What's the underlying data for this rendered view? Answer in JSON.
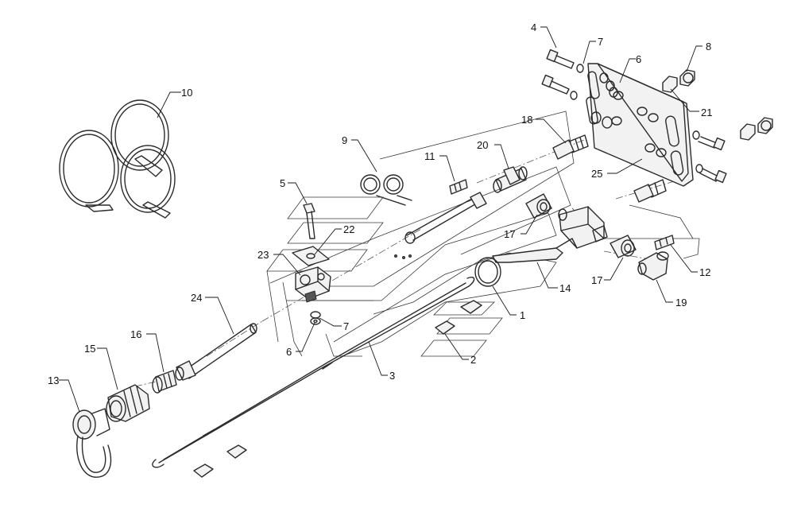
{
  "diagram": {
    "callouts": [
      {
        "id": "c4",
        "label": "4"
      },
      {
        "id": "c7a",
        "label": "7"
      },
      {
        "id": "c6a",
        "label": "6"
      },
      {
        "id": "c8",
        "label": "8"
      },
      {
        "id": "c21",
        "label": "21"
      },
      {
        "id": "c10",
        "label": "10"
      },
      {
        "id": "c18",
        "label": "18"
      },
      {
        "id": "c9",
        "label": "9"
      },
      {
        "id": "c20",
        "label": "20"
      },
      {
        "id": "c11",
        "label": "11"
      },
      {
        "id": "c25",
        "label": "25"
      },
      {
        "id": "c5",
        "label": "5"
      },
      {
        "id": "c22",
        "label": "22"
      },
      {
        "id": "c17a",
        "label": "17"
      },
      {
        "id": "c23",
        "label": "23"
      },
      {
        "id": "c12",
        "label": "12"
      },
      {
        "id": "c17b",
        "label": "17"
      },
      {
        "id": "c14",
        "label": "14"
      },
      {
        "id": "c24",
        "label": "24"
      },
      {
        "id": "c19",
        "label": "19"
      },
      {
        "id": "c1",
        "label": "1"
      },
      {
        "id": "c16",
        "label": "16"
      },
      {
        "id": "c7b",
        "label": "7"
      },
      {
        "id": "c6b",
        "label": "6"
      },
      {
        "id": "c15",
        "label": "15"
      },
      {
        "id": "c2",
        "label": "2"
      },
      {
        "id": "c3",
        "label": "3"
      },
      {
        "id": "c13",
        "label": "13"
      }
    ]
  }
}
